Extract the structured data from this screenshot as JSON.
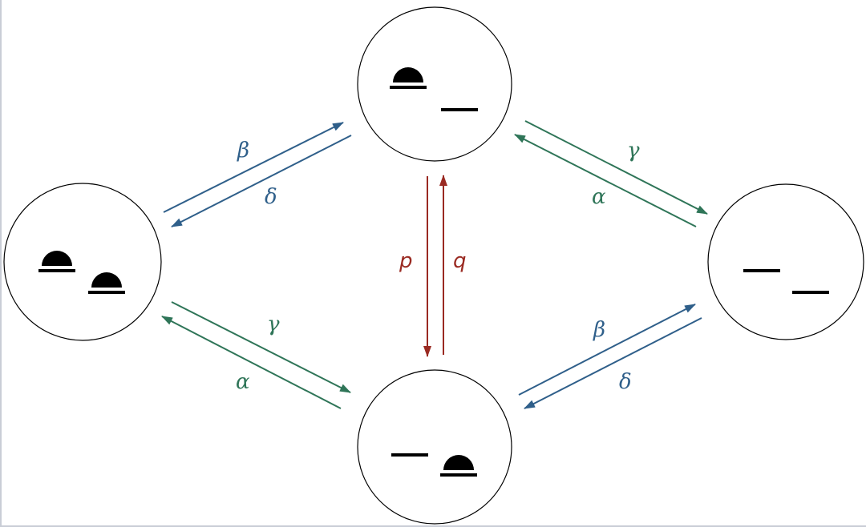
{
  "colors": {
    "beta_delta": "#2f5f8a",
    "gamma_alpha": "#2f7558",
    "p_q": "#9a2a22",
    "particle": "#000000"
  },
  "labels": {
    "beta_top_left": "β",
    "delta_top_left": "δ",
    "gamma_top_right": "γ",
    "alpha_top_right": "α",
    "gamma_bottom_left": "γ",
    "alpha_bottom_left": "α",
    "beta_bottom_right": "β",
    "delta_bottom_right": "δ",
    "p": "p",
    "q": "q"
  },
  "states": [
    {
      "name": "state-both-occupied",
      "sites": [
        "occupied",
        "occupied"
      ]
    },
    {
      "name": "state-left-occupied",
      "sites": [
        "occupied",
        "empty"
      ]
    },
    {
      "name": "state-right-occupied",
      "sites": [
        "empty",
        "occupied"
      ]
    },
    {
      "name": "state-both-empty",
      "sites": [
        "empty",
        "empty"
      ]
    }
  ]
}
